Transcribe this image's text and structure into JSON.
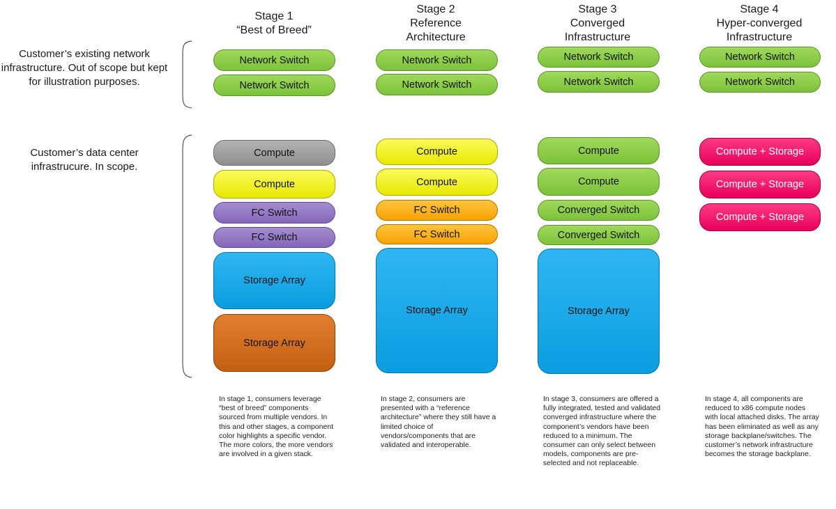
{
  "stages": [
    {
      "title": "Stage 1\n“Best of Breed”"
    },
    {
      "title": "Stage 2\nReference\nArchitecture"
    },
    {
      "title": "Stage 3\nConverged\nInfrastructure"
    },
    {
      "title": "Stage 4\nHyper-converged\nInfrastructure"
    }
  ],
  "side_labels": {
    "network": "Customer’s existing network infrastructure. Out of scope but kept for illustration purposes.",
    "datacenter": "Customer’s data center infrastrucure. In scope."
  },
  "components": {
    "network_switch": "Network Switch",
    "compute": "Compute",
    "fc_switch": "FC Switch",
    "storage_array": "Storage Array",
    "converged_switch": "Converged Switch",
    "compute_storage": "Compute + Storage"
  },
  "vendor_colors": {
    "green": "#8dcd48",
    "gray": "#a0a0a0",
    "yellow": "#f2f20f",
    "purple": "#9479c4",
    "orange": "#fbb41c",
    "blue": "#1aa9ea",
    "rust": "#d2701f",
    "pink": "#f5166e"
  },
  "descriptions": [
    "In stage 1, consumers leverage “best of breed” components sourced from multiple vendors. In this and other stages, a component color highlights a specific vendor. The more colors, the more vendors are involved in a given stack.",
    "In stage 2, consumers are presented with a “reference architecture” where they still have a limited choice of vendors/components that are validated and interoperable.",
    "In stage 3, consumers are offered a fully integrated, tested and validated converged infrastructure where the component’s vendors have been reduced to a minimum. The consumer can only select between models, components are pre-selected and not replaceable.",
    "In stage 4, all components are reduced to x86 compute nodes with local attached disks. The array has been eliminated as well as any storage backplane/switches. The customer’s network infrastructure becomes the storage backplane."
  ]
}
